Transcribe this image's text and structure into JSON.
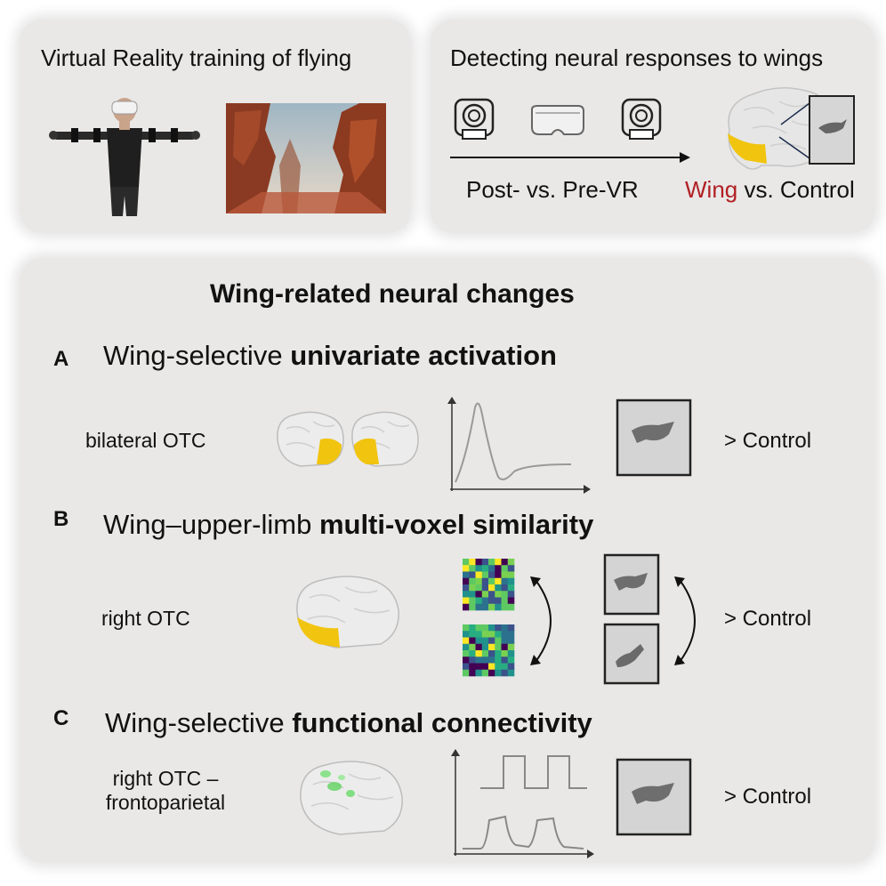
{
  "top_left": {
    "title": "Virtual Reality training of flying"
  },
  "top_right": {
    "title": "Detecting neural responses to wings",
    "timeline_label": "Post- vs. Pre-VR",
    "contrast_highlight": "Wing",
    "contrast_rest": " vs. Control",
    "colors": {
      "highlight": "#b11f24",
      "region": "#f1c40f"
    }
  },
  "main": {
    "title": "Wing-related neural changes",
    "sections": [
      {
        "letter": "A",
        "heading_plain": "Wing-selective ",
        "heading_bold": "univariate activation",
        "region_label": "bilateral OTC",
        "result": "> Control"
      },
      {
        "letter": "B",
        "heading_plain": "Wing–upper-limb ",
        "heading_bold": "multi-voxel similarity",
        "region_label": "right OTC",
        "result": "> Control"
      },
      {
        "letter": "C",
        "heading_plain": "Wing-selective ",
        "heading_bold": "functional connectivity",
        "region_label_line1": "right OTC –",
        "region_label_line2": "frontoparietal",
        "result": "> Control"
      }
    ]
  }
}
